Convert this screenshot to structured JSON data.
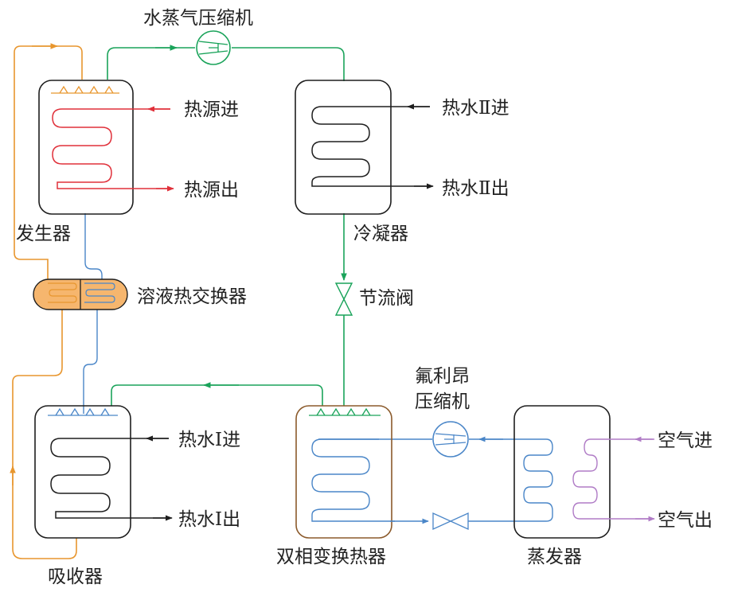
{
  "labels": {
    "steam_compressor": "水蒸气压缩机",
    "heat_source_in": "热源进",
    "heat_source_out": "热源出",
    "generator": "发生器",
    "hot_water_2_in": "热水Ⅱ进",
    "hot_water_2_out": "热水Ⅱ出",
    "condenser": "冷凝器",
    "solution_hx": "溶液热交换器",
    "throttle_valve": "节流阀",
    "freon_compressor_line1": "氟利昂",
    "freon_compressor_line2": "压缩机",
    "hot_water_1_in": "热水Ⅰ进",
    "hot_water_1_out": "热水Ⅰ出",
    "absorber": "吸收器",
    "two_phase_hx": "双相变换热器",
    "evaporator": "蒸发器",
    "air_in": "空气进",
    "air_out": "空气出"
  },
  "colors": {
    "steam_line": "#1aa35a",
    "solution_line": "#e8962e",
    "heat_source": "#e0303a",
    "water_coil": "#1e1e1e",
    "freon_line": "#4a86c8",
    "air_coil": "#b07cc6",
    "hx_fill": "#f6b66e",
    "two_phase_border": "#8b5a2b"
  }
}
